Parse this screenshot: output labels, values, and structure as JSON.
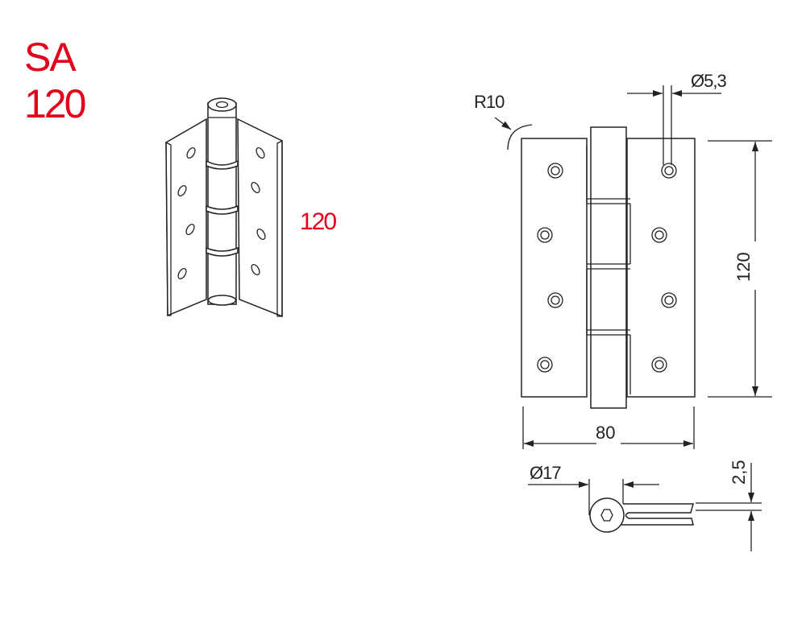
{
  "title": {
    "line1": "SA",
    "line2": "120"
  },
  "iso_view": {
    "height_label": "120"
  },
  "front_view": {
    "radius_label": "R10",
    "hole_label": "Ø5,3",
    "height_label": "120",
    "width_label": "80"
  },
  "section_view": {
    "barrel_label": "Ø17",
    "thickness_label": "2,5"
  },
  "colors": {
    "accent": "#e2001a",
    "line": "#222222"
  }
}
